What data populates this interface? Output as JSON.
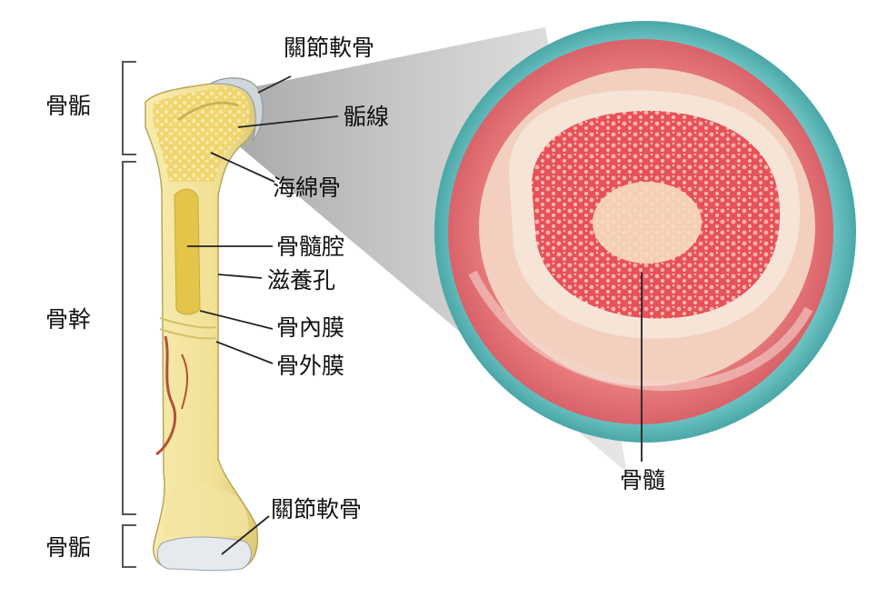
{
  "labels": {
    "epiphysis_top": "骨骺",
    "diaphysis": "骨幹",
    "epiphysis_bottom": "骨骺",
    "articular_cartilage_top": "關節軟骨",
    "epiphyseal_line": "骺線",
    "spongy_bone": "海綿骨",
    "marrow_cavity": "骨髓腔",
    "nutrient_foramen": "滋養孔",
    "endosteum": "骨內膜",
    "periosteum": "骨外膜",
    "articular_cartilage_bottom": "關節軟骨",
    "bone_marrow": "骨髓"
  },
  "colors": {
    "bone": "#f3e6a0",
    "bone_shade": "#d8c66e",
    "spongy": "#e7cf5c",
    "cartilage": "#e8eef2",
    "circle_rim": "#5fb8b8",
    "marrow_red": "#e4434e",
    "marrow_pink": "#f0a6a0",
    "cortex_pale": "#f6d8c8",
    "wedge_gray": "#bdbdbd",
    "leader": "#222222"
  }
}
